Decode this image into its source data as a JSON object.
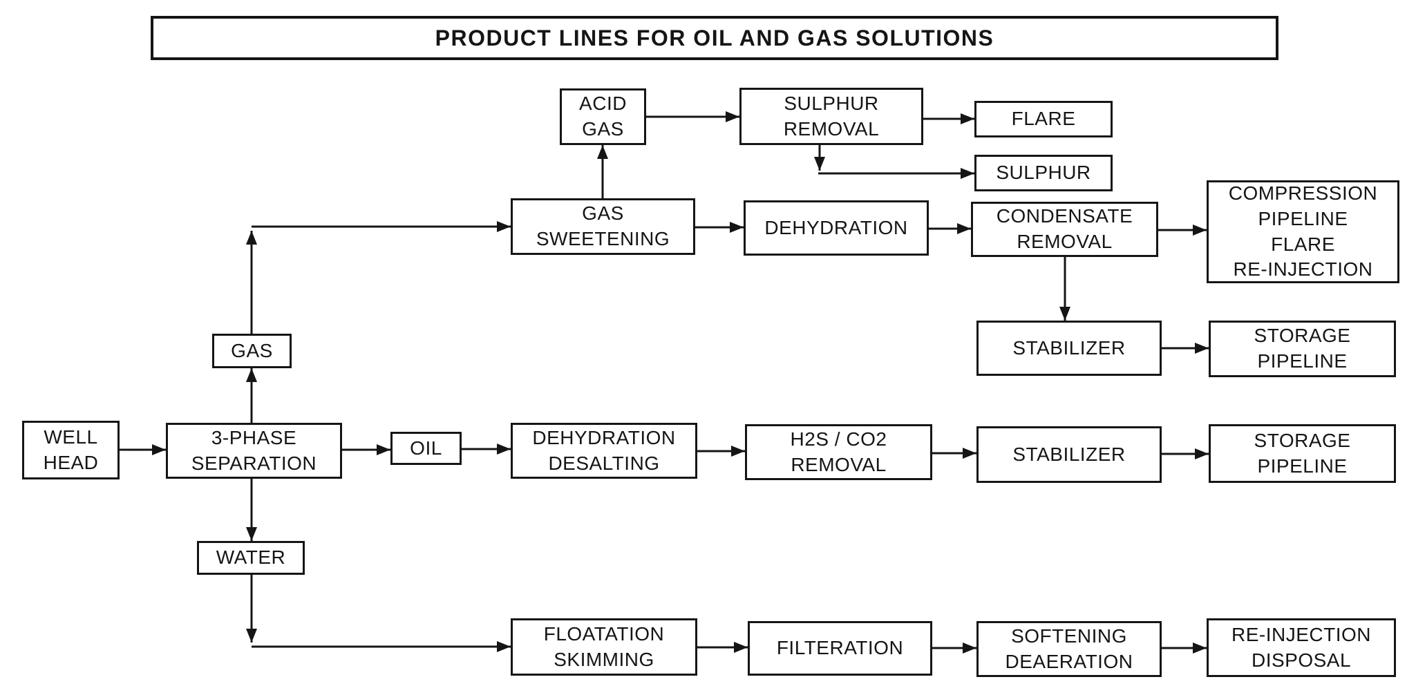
{
  "diagram": {
    "title": "PRODUCT LINES FOR OIL AND GAS SOLUTIONS",
    "nodes": {
      "acid_gas": {
        "label": "ACID\nGAS"
      },
      "sulphur_removal": {
        "label": "SULPHUR\nREMOVAL"
      },
      "flare": {
        "label": "FLARE"
      },
      "sulphur": {
        "label": "SULPHUR"
      },
      "gas_sweetening": {
        "label": "GAS\nSWEETENING"
      },
      "dehydration": {
        "label": "DEHYDRATION"
      },
      "condensate_removal": {
        "label": "CONDENSATE\nREMOVAL"
      },
      "compression": {
        "label": "COMPRESSION\nPIPELINE\nFLARE\nRE-INJECTION"
      },
      "stabilizer_gas": {
        "label": "STABILIZER"
      },
      "storage_pipeline_gas": {
        "label": "STORAGE\nPIPELINE"
      },
      "gas": {
        "label": "GAS"
      },
      "well_head": {
        "label": "WELL\nHEAD"
      },
      "three_phase_separation": {
        "label": "3-PHASE\nSEPARATION"
      },
      "oil": {
        "label": "OIL"
      },
      "dehydration_desalting": {
        "label": "DEHYDRATION\nDESALTING"
      },
      "h2s_co2_removal": {
        "label": "H2S / CO2\nREMOVAL"
      },
      "stabilizer_oil": {
        "label": "STABILIZER"
      },
      "storage_pipeline_oil": {
        "label": "STORAGE\nPIPELINE"
      },
      "water": {
        "label": "WATER"
      },
      "floatation_skimming": {
        "label": "FLOATATION\nSKIMMING"
      },
      "filteration": {
        "label": "FILTERATION"
      },
      "softening_deaeration": {
        "label": "SOFTENING\nDEAERATION"
      },
      "re_injection_disposal": {
        "label": "RE-INJECTION\nDISPOSAL"
      }
    },
    "edges": [
      {
        "from": "WELL HEAD",
        "to": "3-PHASE SEPARATION"
      },
      {
        "from": "3-PHASE SEPARATION",
        "to": "GAS"
      },
      {
        "from": "GAS",
        "to": "GAS SWEETENING"
      },
      {
        "from": "GAS SWEETENING",
        "to": "ACID GAS"
      },
      {
        "from": "ACID GAS",
        "to": "SULPHUR REMOVAL"
      },
      {
        "from": "SULPHUR REMOVAL",
        "to": "FLARE"
      },
      {
        "from": "SULPHUR REMOVAL",
        "to": "SULPHUR"
      },
      {
        "from": "GAS SWEETENING",
        "to": "DEHYDRATION"
      },
      {
        "from": "DEHYDRATION",
        "to": "CONDENSATE REMOVAL"
      },
      {
        "from": "CONDENSATE REMOVAL",
        "to": "COMPRESSION PIPELINE FLARE RE-INJECTION"
      },
      {
        "from": "CONDENSATE REMOVAL",
        "to": "STABILIZER (gas line)"
      },
      {
        "from": "STABILIZER (gas line)",
        "to": "STORAGE PIPELINE (gas line)"
      },
      {
        "from": "3-PHASE SEPARATION",
        "to": "OIL"
      },
      {
        "from": "OIL",
        "to": "DEHYDRATION DESALTING"
      },
      {
        "from": "DEHYDRATION DESALTING",
        "to": "H2S / CO2 REMOVAL"
      },
      {
        "from": "H2S / CO2 REMOVAL",
        "to": "STABILIZER (oil line)"
      },
      {
        "from": "STABILIZER (oil line)",
        "to": "STORAGE PIPELINE (oil line)"
      },
      {
        "from": "3-PHASE SEPARATION",
        "to": "WATER"
      },
      {
        "from": "WATER",
        "to": "FLOATATION SKIMMING"
      },
      {
        "from": "FLOATATION SKIMMING",
        "to": "FILTERATION"
      },
      {
        "from": "FILTERATION",
        "to": "SOFTENING DEAERATION"
      },
      {
        "from": "SOFTENING DEAERATION",
        "to": "RE-INJECTION DISPOSAL"
      }
    ],
    "colors": {
      "ink": "#151515",
      "background": "#ffffff"
    }
  }
}
